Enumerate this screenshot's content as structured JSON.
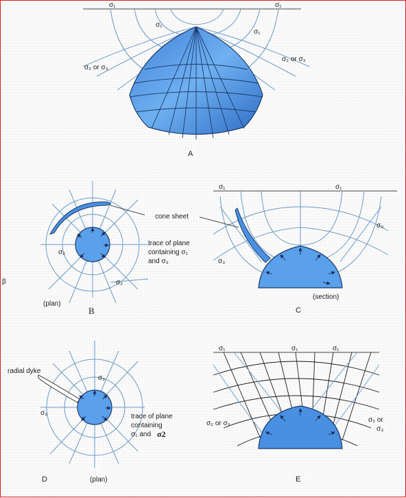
{
  "colors": {
    "border": "#d42020",
    "blob": "#4a90e2",
    "trace": "#6a9ac8",
    "ink": "#1a1a1a"
  },
  "panels": {
    "a": {
      "label": "A",
      "sigma1_left": "σ₁",
      "sigma1_right": "σ₁",
      "sigma1_mid_left": "σ₁",
      "sigma1_mid_right": "σ₁",
      "left_label": "σ₂ or σ₃",
      "right_label": "σ₂ or σ₃"
    },
    "b": {
      "label": "B",
      "view": "(plan)",
      "note_line1": "trace of plane",
      "note_line2": "containing σ₁",
      "note_line3": "and σ₃",
      "s2_left": "σ₂",
      "s2_bottom": "σ₂"
    },
    "c": {
      "label": "C",
      "view": "(section)",
      "cone_sheet": "cone sheet",
      "sigma1_left": "σ₁",
      "sigma1_right": "σ₁",
      "sigma3_left": "σ₃",
      "sigma3_right": "σ₃"
    },
    "d": {
      "label": "D",
      "view": "(plan)",
      "radial_dyke": "radial dyke",
      "note_line1": "trace of plane",
      "note_line2": "containing",
      "note_line3a": "σ₁ and",
      "note_line3b": "σ2",
      "s3_top": "σ₃",
      "s3_left": "σ₃"
    },
    "e": {
      "label": "E",
      "sigma1_a": "σ₁",
      "sigma1_b": "σ₁",
      "sigma1_c": "σ₁",
      "left_label": "σ₂ or σ₃",
      "right_label_1": "σ₂ or",
      "right_label_2": "σ₃"
    }
  }
}
